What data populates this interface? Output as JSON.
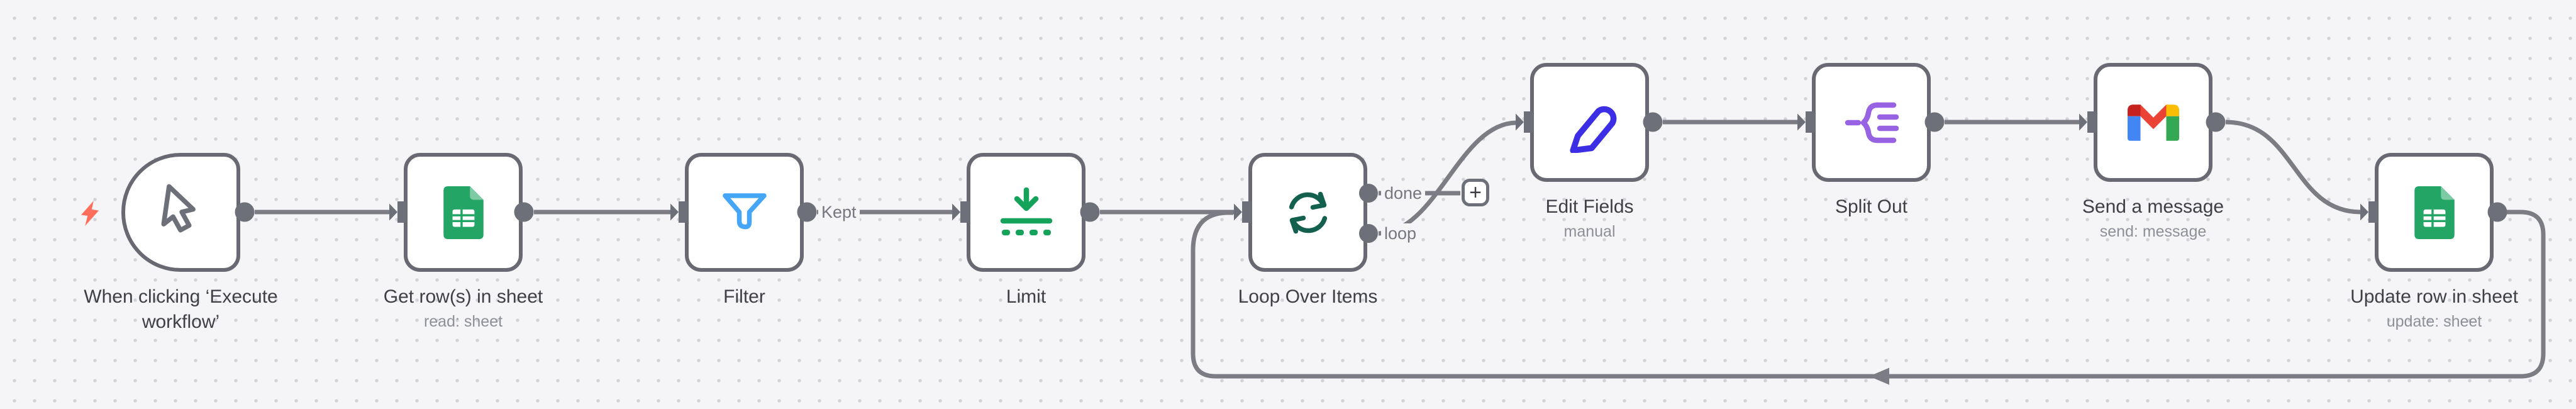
{
  "workflow": {
    "nodes": [
      {
        "label": "When clicking ‘Execute workflow’",
        "label_line1": "When clicking ‘Execute",
        "label_line2": "workflow’",
        "icon": "cursor-icon",
        "kind": "manual-trigger"
      },
      {
        "label": "Get row(s) in sheet",
        "subtitle": "read: sheet",
        "icon": "google-sheets-icon",
        "kind": "google-sheets"
      },
      {
        "label": "Filter",
        "icon": "filter-icon",
        "kind": "filter"
      },
      {
        "label": "Limit",
        "icon": "limit-icon",
        "kind": "limit"
      },
      {
        "label": "Loop Over Items",
        "icon": "loop-icon",
        "kind": "loop-over-items",
        "output_labels": {
          "done": "done",
          "loop": "loop"
        }
      },
      {
        "label": "Edit Fields",
        "subtitle": "manual",
        "icon": "pencil-icon",
        "kind": "edit-fields"
      },
      {
        "label": "Split Out",
        "icon": "split-out-icon",
        "kind": "split-out"
      },
      {
        "label": "Send a message",
        "subtitle": "send: message",
        "icon": "gmail-icon",
        "kind": "gmail"
      },
      {
        "label": "Update row in sheet",
        "subtitle": "update: sheet",
        "icon": "google-sheets-icon",
        "kind": "google-sheets"
      }
    ],
    "connection_labels": {
      "kept": "Kept"
    },
    "add_node_button": "+"
  },
  "colors": {
    "canvas_bg": "#f5f5f7",
    "grid_dot": "#d2d3d8",
    "node_border": "#686973",
    "connector": "#6e7079",
    "connection_line": "#7b7c84",
    "label_text": "#3f4046",
    "subtitle_text": "#8d8f99",
    "port_label_text": "#76777f",
    "trigger_bolt": "#ff6f5c",
    "sheets_green": "#23a566",
    "sheets_fold": "#7ccba4",
    "filter_blue": "#45a6f8",
    "limit_green": "#15a35c",
    "loop_green": "#14604f",
    "pencil_blue": "#3c2ee4",
    "split_purple": "#9763e3",
    "gmail_red": "#ea4335",
    "gmail_dark_red": "#c5221f",
    "gmail_blue": "#4285f4",
    "gmail_yellow": "#fbbc04",
    "gmail_green": "#34a853"
  }
}
